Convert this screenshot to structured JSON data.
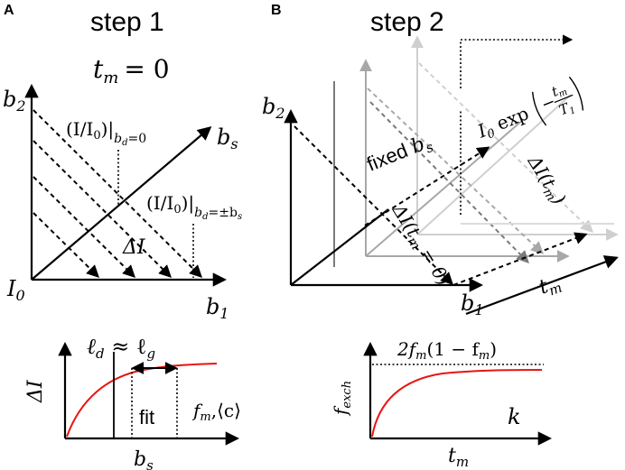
{
  "panel_a": {
    "letter": "A",
    "title": "step 1",
    "tm_label": "t",
    "tm_sub": "m",
    "tm_eq": "= 0",
    "b2": "b",
    "b2_sub": "2",
    "b1": "b",
    "b1_sub": "1",
    "bs": "b",
    "bs_sub": "s",
    "i0": "I",
    "i0_sub": "0",
    "ratio1": "(I/I",
    "ratio1_sub0": "0",
    "ratio1_close": ")|",
    "ratio1_cond": "b",
    "ratio1_cond_sub": "d",
    "ratio1_cond_rest": "=0",
    "ratio2": "(I/I",
    "ratio2_sub0": "0",
    "ratio2_close": ")|",
    "ratio2_cond": "b",
    "ratio2_cond_sub": "d",
    "ratio2_cond_rest": "=±b",
    "ratio2_cond_sub2": "s",
    "delta_i": "ΔI"
  },
  "panel_b": {
    "letter": "B",
    "title": "step 2",
    "b2": "b",
    "b2_sub": "2",
    "b1": "b",
    "b1_sub": "1",
    "fixed": "fixed ",
    "fixed_b": "b",
    "fixed_sub": "s",
    "delta_tm0": "ΔI(t",
    "delta_tm0_sub": "m",
    "delta_tm0_rest": " = 0)",
    "delta_tm": "ΔI(t",
    "delta_tm_sub": "m",
    "delta_tm_rest": ")",
    "exp_prefix": "I",
    "exp_sub0": "0",
    "exp_word": " exp",
    "exp_minus": "−",
    "exp_num": "t",
    "exp_num_sub": "m",
    "exp_den": "T",
    "exp_den_sub": "1",
    "tm_axis": "t",
    "tm_axis_sub": "m"
  },
  "plot_c": {
    "ylabel": "ΔI",
    "xlabel": "b",
    "xlabel_sub": "s",
    "ld": "ℓ",
    "ld_sub": "d",
    "approx": " ≈ ℓ",
    "lg_sub": "g",
    "fit": "fit",
    "fm_label": "f",
    "fm_sub": "m",
    "fm_rest": ",⟨c⟩"
  },
  "plot_d": {
    "ylabel": "f",
    "ylabel_sub": "exch",
    "xlabel": "t",
    "xlabel_sub": "m",
    "plateau": "2f",
    "plateau_sub": "m",
    "plateau_rest": "(1 − f",
    "plateau_sub2": "m",
    "plateau_close": ")",
    "k_label": "k"
  },
  "colors": {
    "curve": "#e8140f",
    "gray_dark": "#7a7a7a",
    "gray_mid": "#a8a8a8",
    "gray_light": "#cfcfcf"
  }
}
